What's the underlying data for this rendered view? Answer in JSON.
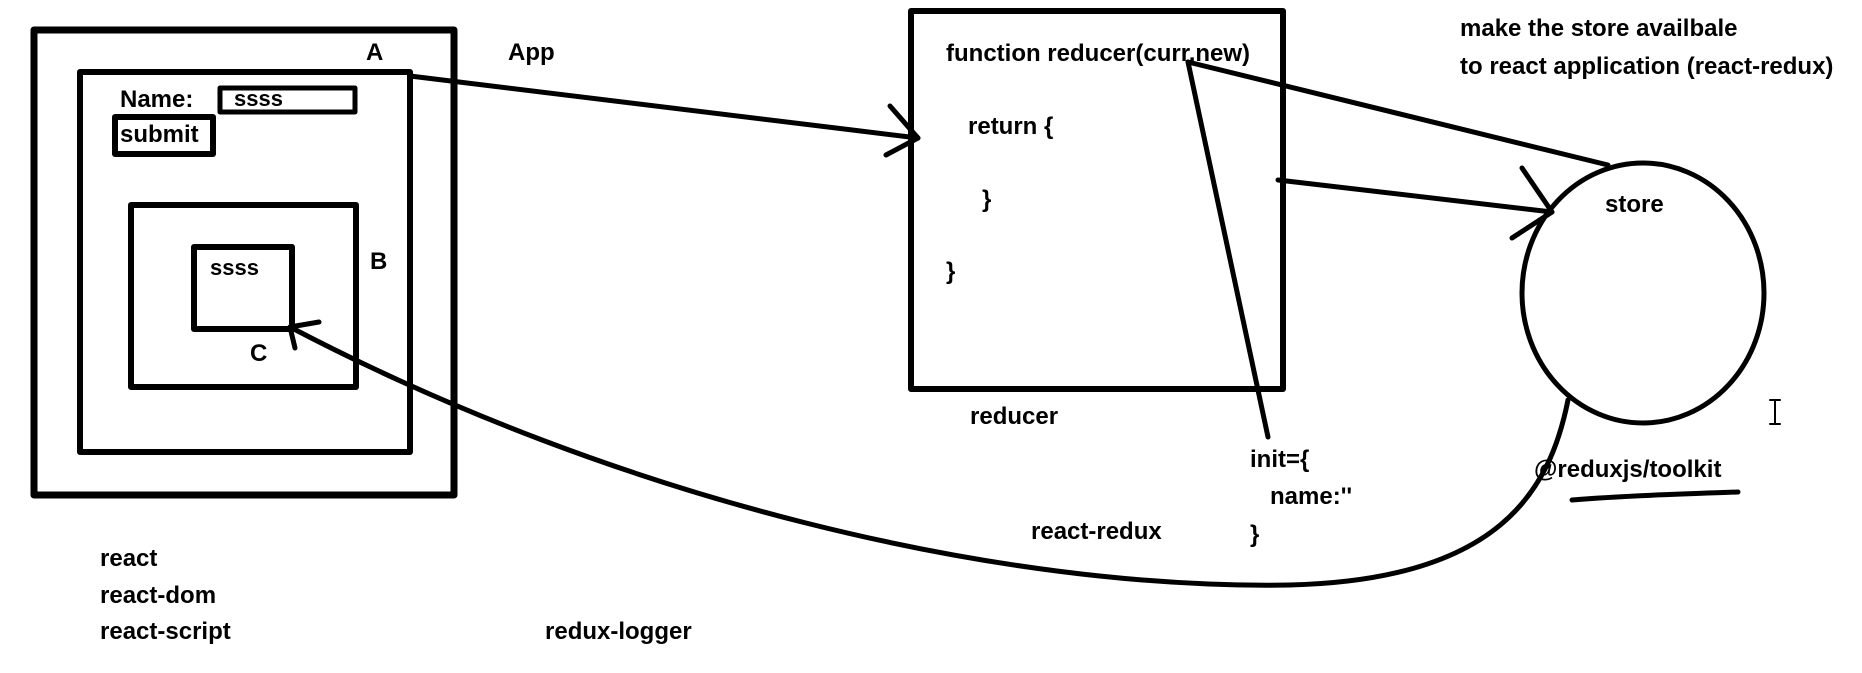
{
  "component_tree": {
    "outer_label": "A",
    "app_label": "App",
    "form": {
      "name_label": "Name:",
      "name_value": "ssss",
      "submit_label": "submit"
    },
    "middle_label": "B",
    "inner_label": "C",
    "inner_value": "ssss"
  },
  "packages": {
    "react": "react",
    "react_dom": "react-dom",
    "react_script": "react-script",
    "redux_logger": "redux-logger"
  },
  "reducer_box": {
    "signature": "function reducer(curr,new)",
    "return_open": "return {",
    "return_close": "}",
    "fn_close": "}",
    "caption": "reducer"
  },
  "init_block": {
    "open": "init={",
    "field": "name:''",
    "close": "}"
  },
  "store": {
    "label": "store",
    "toolkit": "@reduxjs/toolkit"
  },
  "note": {
    "line1": "make the store availbale",
    "line2": "to react application (react-redux)"
  },
  "connector_label": "react-redux",
  "colors": {
    "ink": "#000000",
    "background": "#ffffff"
  }
}
